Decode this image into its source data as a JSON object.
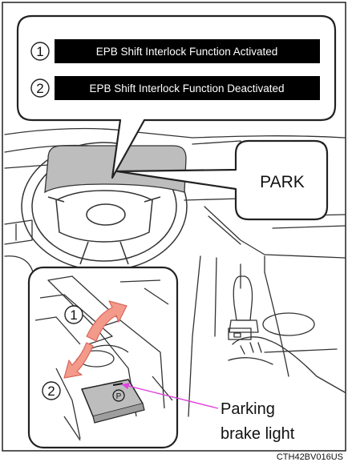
{
  "banners": [
    {
      "number": "1",
      "text": "EPB Shift Interlock Function Activated"
    },
    {
      "number": "2",
      "text": "EPB Shift Interlock Function Deactivated"
    }
  ],
  "park_label": "PARK",
  "inset": {
    "arrow_labels": [
      "1",
      "2"
    ],
    "callout_line1": "Parking",
    "callout_line2": "brake light",
    "colors": {
      "arrow": "#f39a8a",
      "arrow_stroke": "#d9665a",
      "leader": "#e040e0"
    }
  },
  "figure_code": "CTH42BV016US"
}
